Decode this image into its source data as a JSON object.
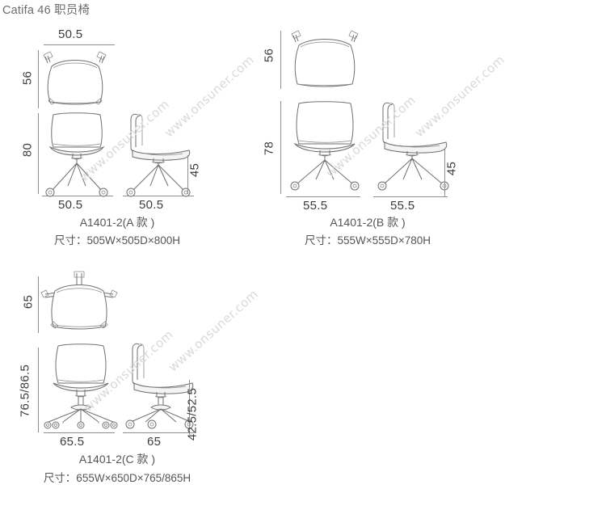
{
  "page": {
    "title": "Catifa 46 职员椅",
    "watermark": "www.onsuner.com",
    "line_color": "#6f6f6f",
    "text_color": "#3c3c3c",
    "title_color": "#6b6b6b"
  },
  "groups": [
    {
      "id": "group-a",
      "model": "A1401-2(A 款 )",
      "spec": "尺寸：505W×505D×800H",
      "dims": {
        "top_width": "50.5",
        "top_depth": "56",
        "front_height": "80",
        "seat_height": "45",
        "front_width": "50.5",
        "side_width": "50.5"
      },
      "base": "4-star",
      "castors": 4
    },
    {
      "id": "group-b",
      "model": "A1401-2(B 款 )",
      "spec": "尺寸：555W×555D×780H",
      "dims": {
        "top_width": "",
        "top_depth": "56",
        "front_height": "78",
        "seat_height": "45",
        "front_width": "55.5",
        "side_width": "55.5"
      },
      "base": "4-star",
      "castors": 4
    },
    {
      "id": "group-c",
      "model": "A1401-2(C 款 )",
      "spec": "尺寸：655W×650D×765/865H",
      "dims": {
        "top_width": "",
        "top_depth": "65",
        "front_height": "76.5/86.5",
        "seat_height": "42.5/52.5",
        "front_width": "65.5",
        "side_width": "65"
      },
      "base": "5-star",
      "castors": 5
    }
  ]
}
